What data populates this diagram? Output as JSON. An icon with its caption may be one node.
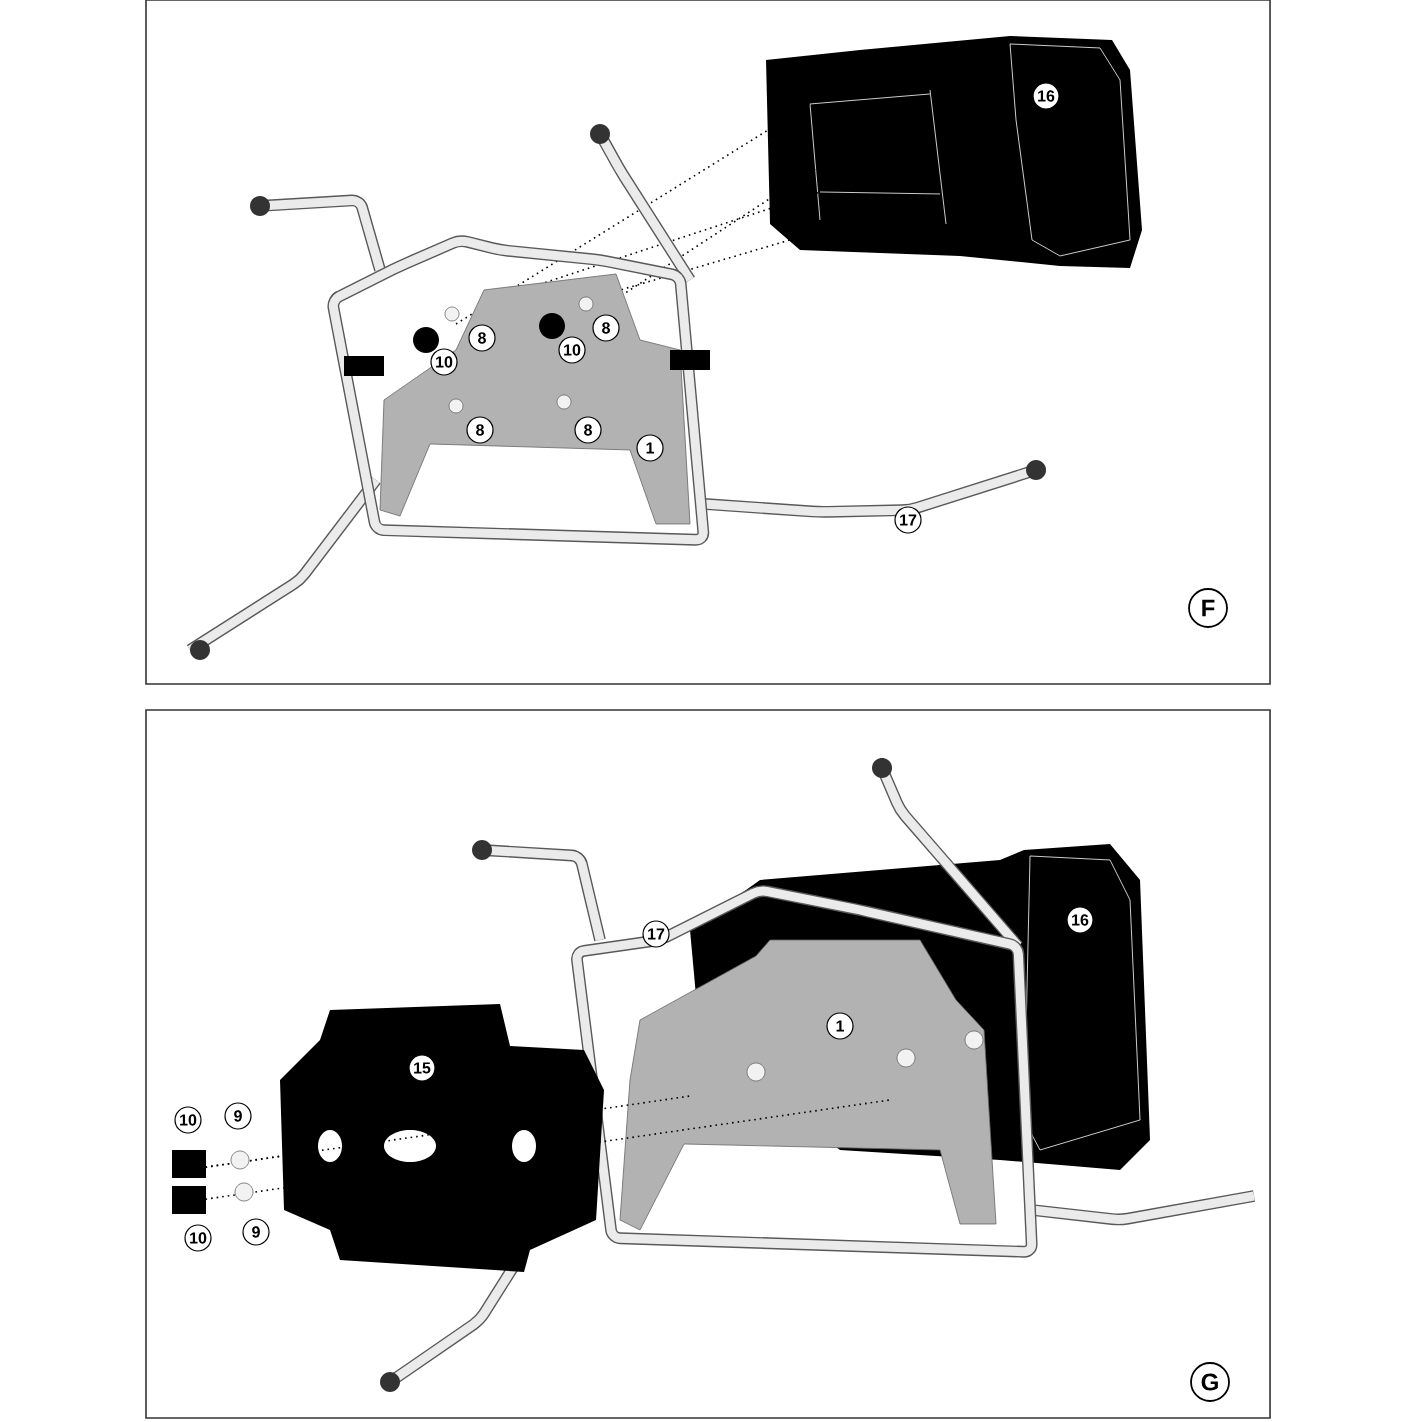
{
  "diagram": {
    "labels": [
      "16",
      "8",
      "10",
      "8",
      "10",
      "8",
      "8",
      "1",
      "17",
      "F",
      "17",
      "16",
      "1",
      "15",
      "10",
      "9",
      "10",
      "9",
      "G"
    ]
  }
}
